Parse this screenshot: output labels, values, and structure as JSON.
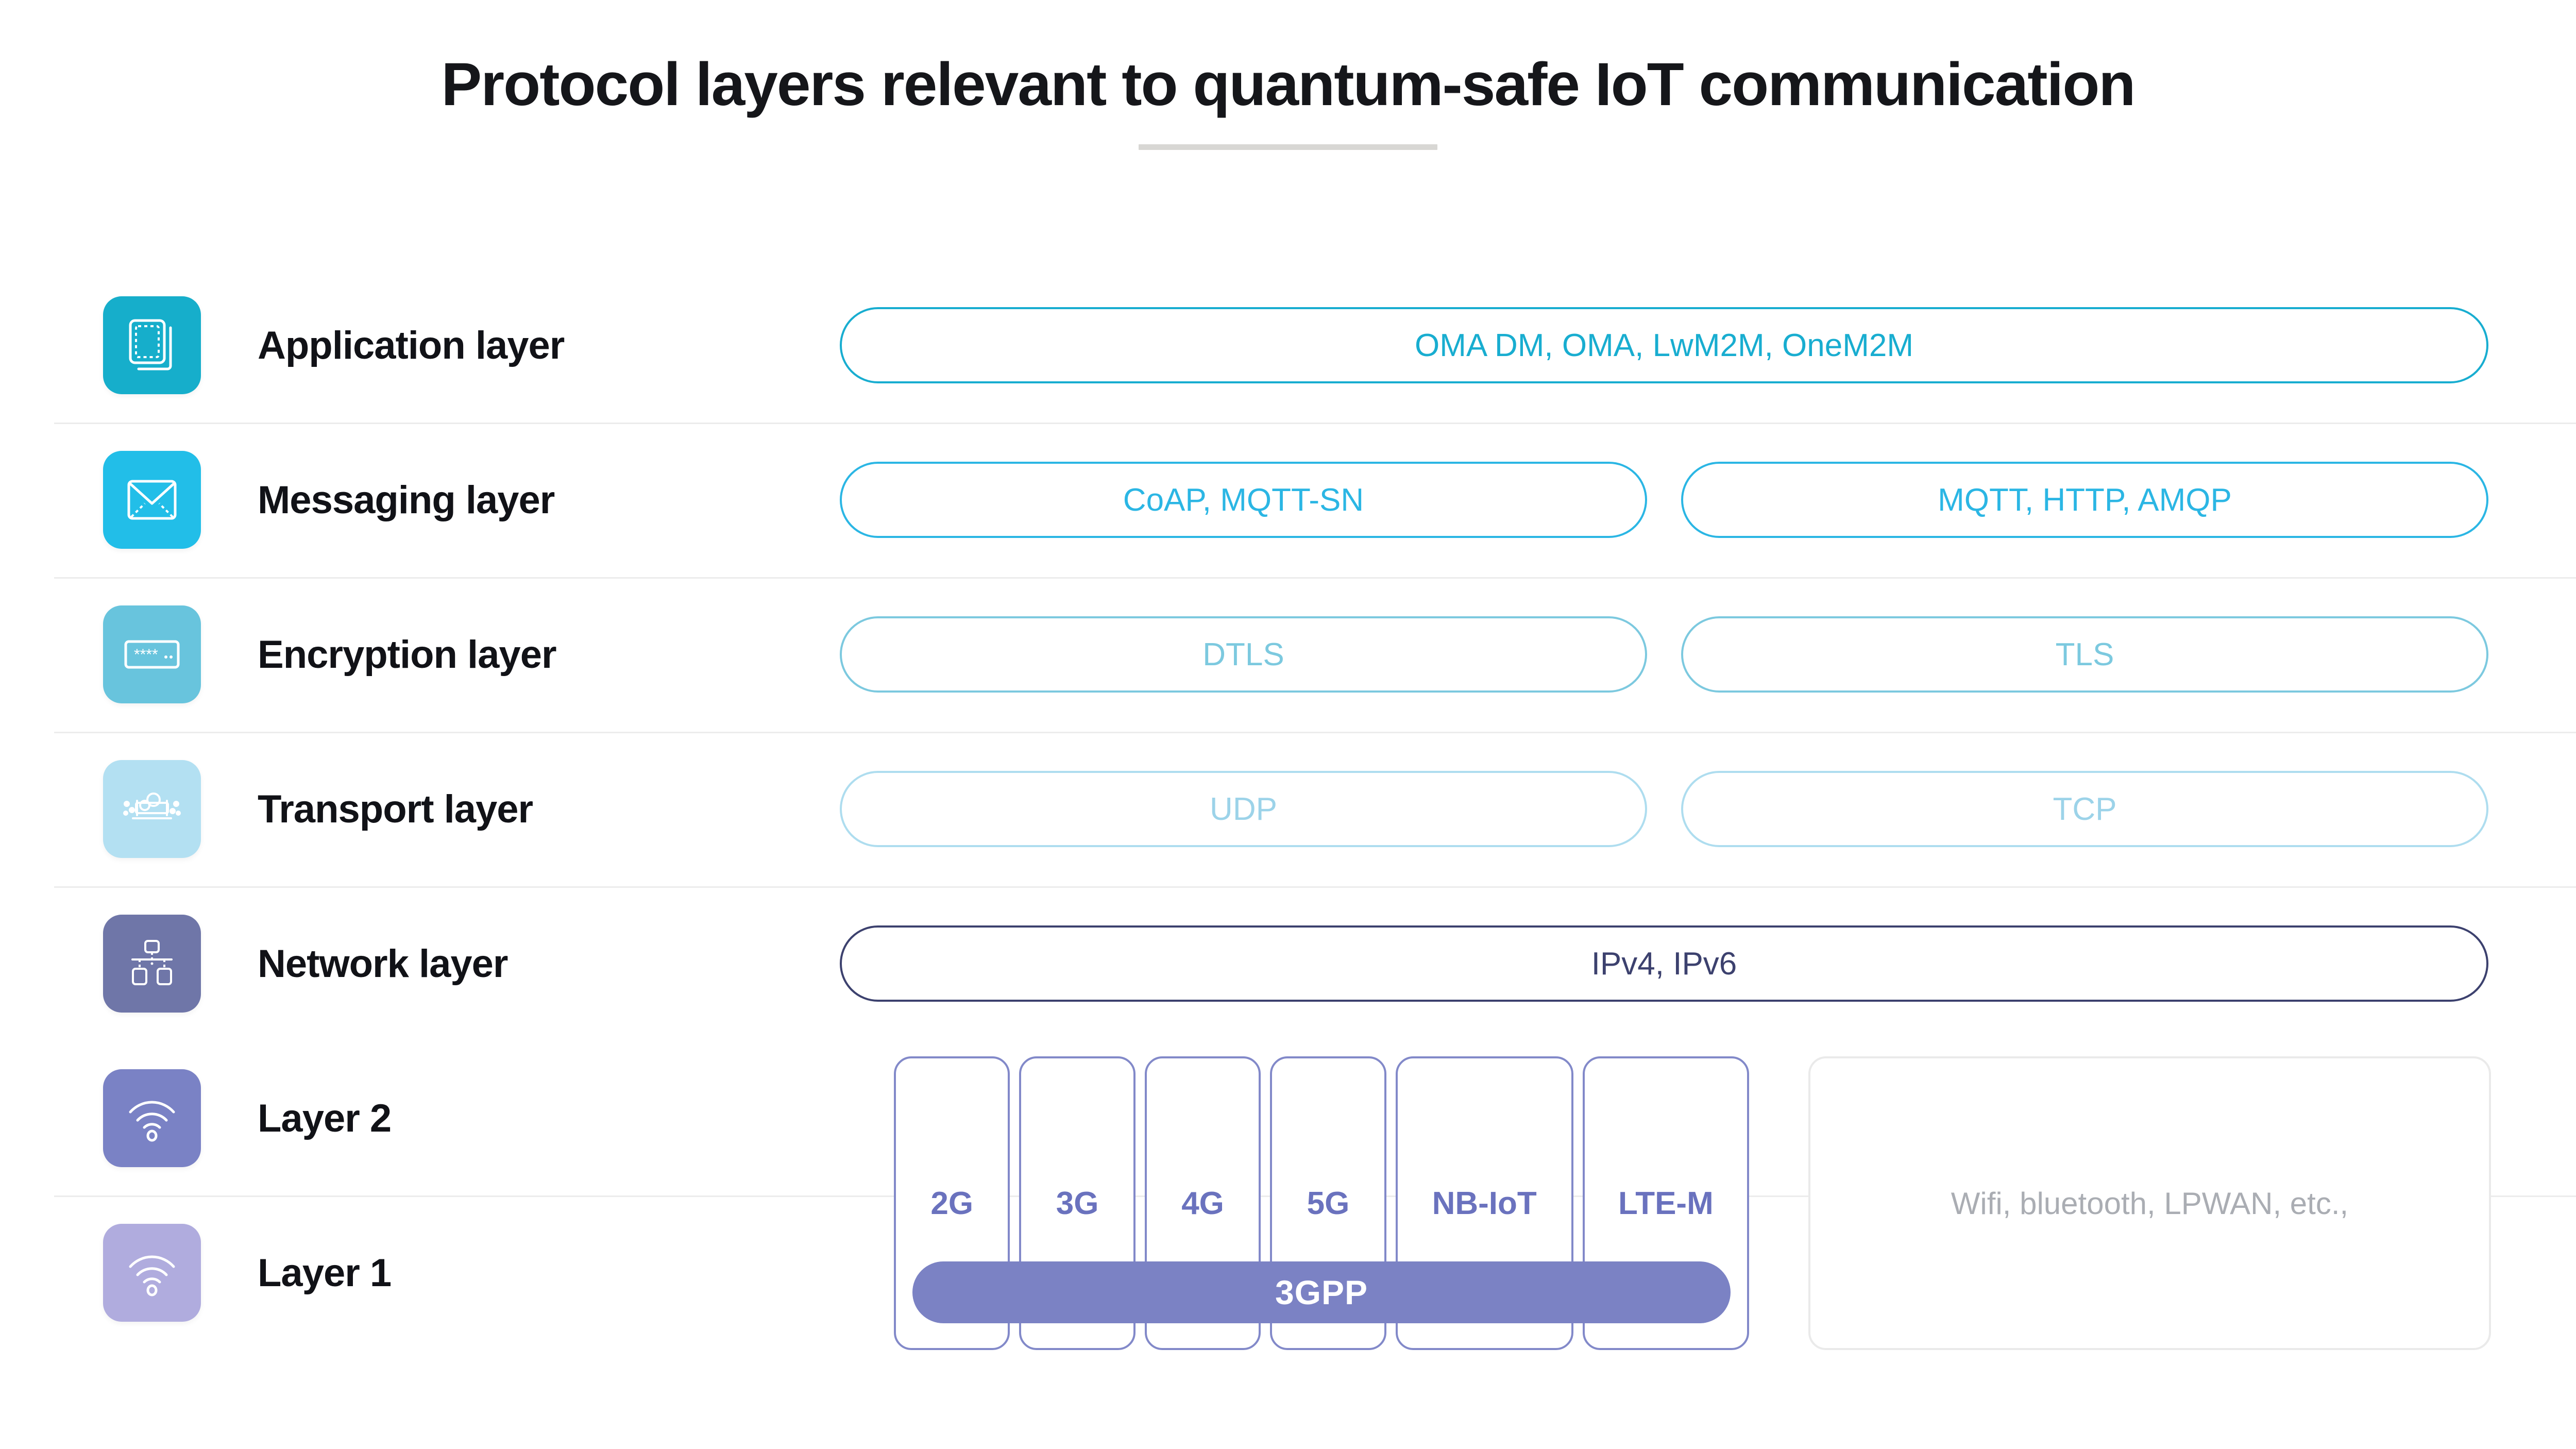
{
  "header": {
    "title": "Protocol layers relevant to quantum-safe IoT communication"
  },
  "colors": {
    "application_tile": "#16AECB",
    "messaging_tile": "#22BEE8",
    "encryption_tile": "#68C4DD",
    "transport_tile": "#B3E0F2",
    "network_tile": "#6F76A8",
    "layer2_tile": "#7A82C5",
    "layer1_tile": "#B0ACDE",
    "application_accent": "#18ADD0",
    "messaging_accent": "#2BB6E4",
    "encryption_accent": "#7CC9DF",
    "transport_accent": "#9CD3E9",
    "network_accent": "#3C416E",
    "radio_accent": "#7B82C4",
    "muted_text": "#aaadb3",
    "divider": "#ececec",
    "title_rule": "#d8d7d4"
  },
  "layers": [
    {
      "id": "application",
      "label": "Application layer",
      "icon": "layers-document-icon",
      "protocols": [
        "OMA DM, OMA, LwM2M, OneM2M"
      ]
    },
    {
      "id": "messaging",
      "label": "Messaging layer",
      "icon": "envelope-icon",
      "protocols": [
        "CoAP, MQTT-SN",
        "MQTT, HTTP, AMQP"
      ]
    },
    {
      "id": "encryption",
      "label": "Encryption layer",
      "icon": "password-field-icon",
      "protocols": [
        "DTLS",
        "TLS"
      ]
    },
    {
      "id": "transport",
      "label": "Transport layer",
      "icon": "pipeline-gears-icon",
      "protocols": [
        "UDP",
        "TCP"
      ]
    },
    {
      "id": "network",
      "label": "Network layer",
      "icon": "network-topology-icon",
      "protocols": [
        "IPv4, IPv6"
      ]
    },
    {
      "id": "layer2",
      "label": "Layer 2",
      "icon": "wifi-signal-icon",
      "protocols": []
    },
    {
      "id": "layer1",
      "label": "Layer 1",
      "icon": "wifi-signal-icon",
      "protocols": []
    }
  ],
  "radio": {
    "generations": [
      "2G",
      "3G",
      "4G",
      "5G",
      "NB-IoT",
      "LTE-M"
    ],
    "umbrella_label": "3GPP",
    "other_technologies": "Wifi, bluetooth, LPWAN, etc.,"
  }
}
